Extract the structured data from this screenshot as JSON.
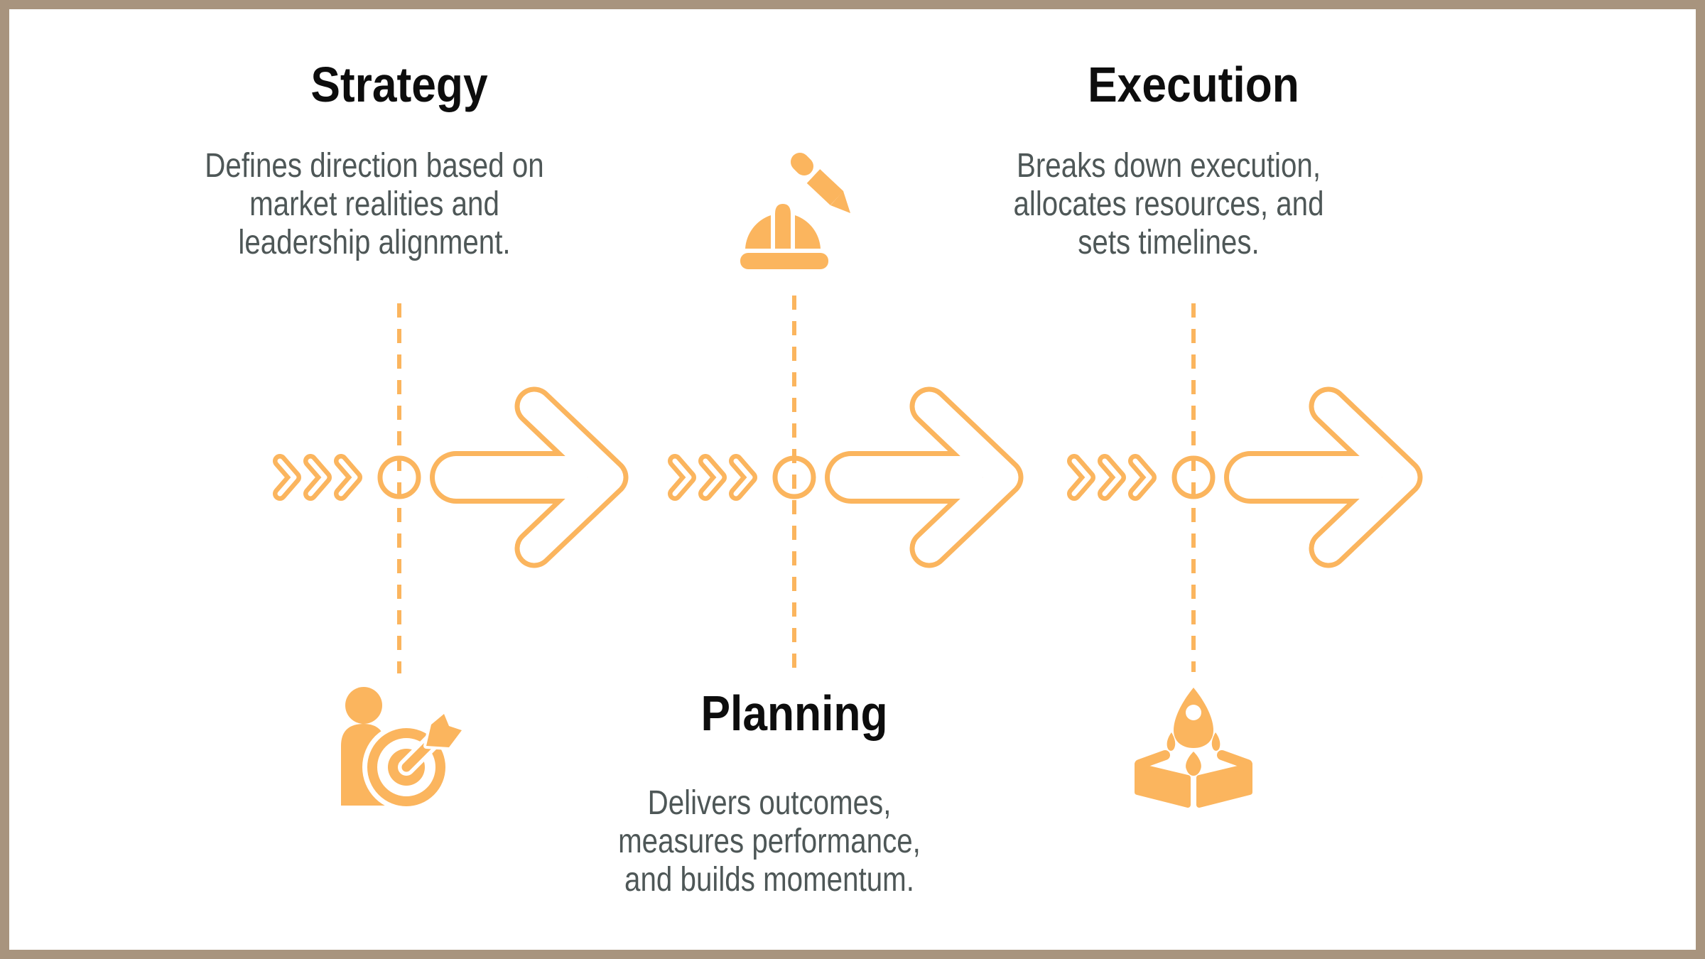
{
  "palette": {
    "accent": "#FBB55E",
    "frame_border": "#A8947E",
    "heading_text": "#0D0D0D",
    "body_text": "#4E5757",
    "background": "#FFFFFF"
  },
  "stages": [
    {
      "title": "Strategy",
      "description": "Defines direction based on\nmarket realities and\nleadership alignment.",
      "icon": "person-target-icon"
    },
    {
      "title": "Planning",
      "description": "Delivers outcomes,\nmeasures performance,\nand builds momentum.",
      "icon": "hard-hat-pencil-icon"
    },
    {
      "title": "Execution",
      "description": "Breaks down execution,\nallocates resources, and\nsets timelines.",
      "icon": "rocket-launch-box-icon"
    }
  ]
}
